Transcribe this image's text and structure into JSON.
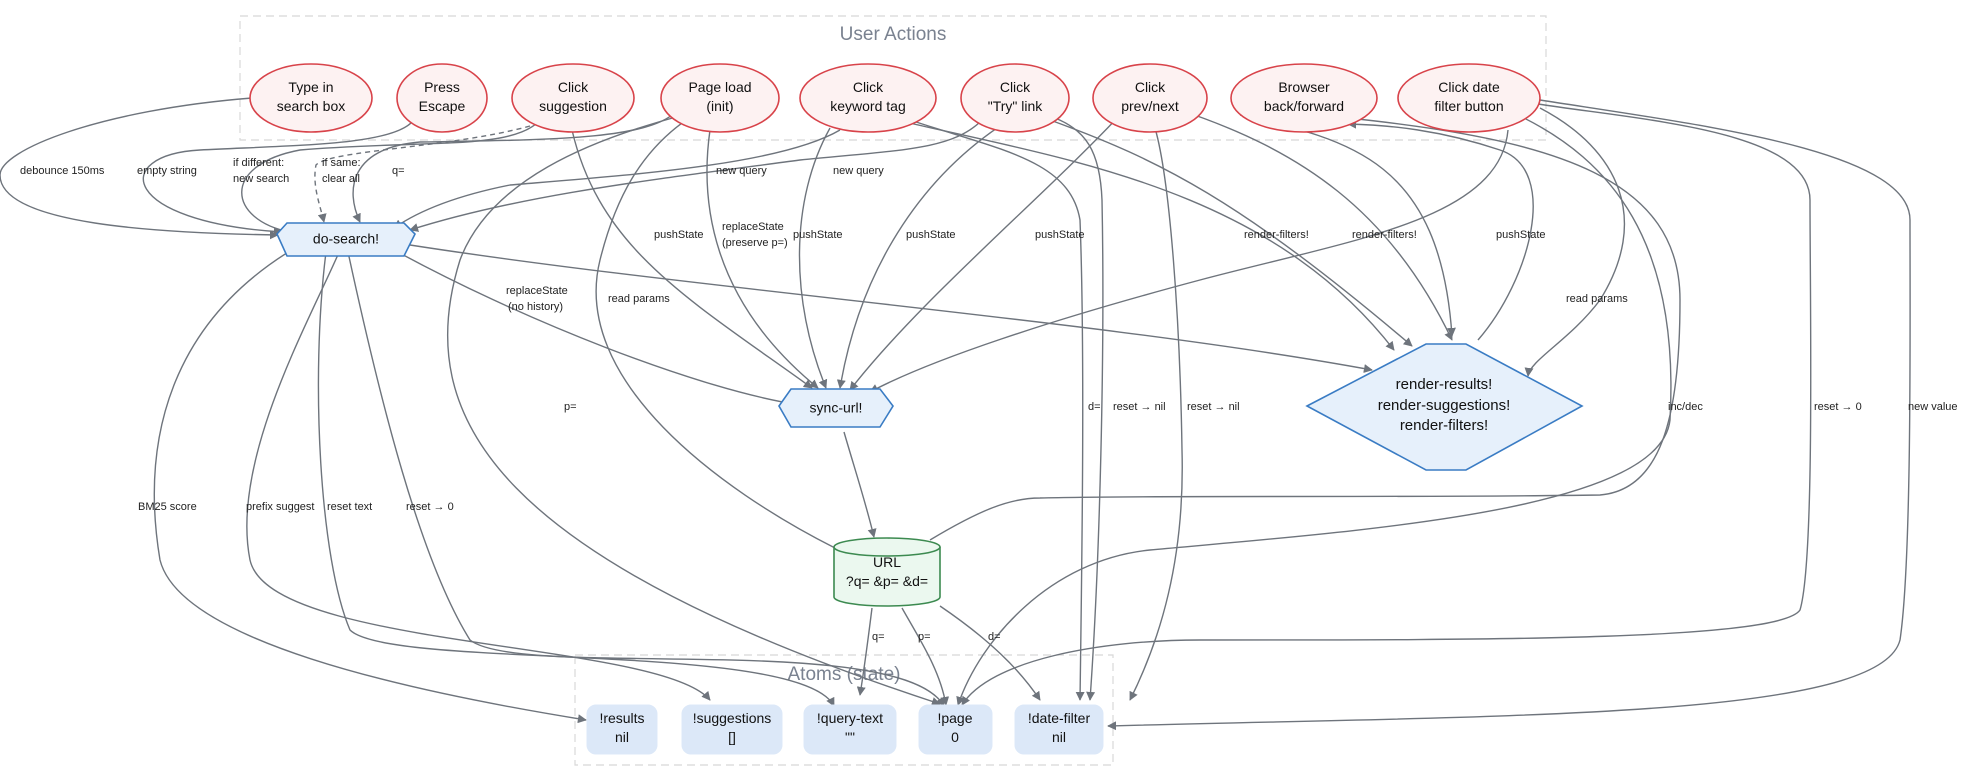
{
  "clusters": {
    "actions": "User Actions",
    "atoms": "Atoms (state)"
  },
  "events": [
    {
      "id": "type",
      "lines": [
        "Type in",
        "search box"
      ]
    },
    {
      "id": "escape",
      "lines": [
        "Press",
        "Escape"
      ]
    },
    {
      "id": "suggestion",
      "lines": [
        "Click",
        "suggestion"
      ]
    },
    {
      "id": "pageload",
      "lines": [
        "Page load",
        "(init)"
      ]
    },
    {
      "id": "keyword",
      "lines": [
        "Click",
        "keyword tag"
      ]
    },
    {
      "id": "try",
      "lines": [
        "Click",
        "\"Try\" link"
      ]
    },
    {
      "id": "prevnext",
      "lines": [
        "Click",
        "prev/next"
      ]
    },
    {
      "id": "backfwd",
      "lines": [
        "Browser",
        "back/forward"
      ]
    },
    {
      "id": "datefilter",
      "lines": [
        "Click date",
        "filter button"
      ]
    }
  ],
  "functions": {
    "dosearch": {
      "lines": [
        "do-search!"
      ]
    },
    "syncurl": {
      "lines": [
        "sync-url!"
      ]
    },
    "render": {
      "lines": [
        "render-results!",
        "render-suggestions!",
        "render-filters!"
      ]
    }
  },
  "url": {
    "lines": [
      "URL",
      "?q=  &p=  &d="
    ]
  },
  "atoms": [
    {
      "id": "results",
      "lines": [
        "!results",
        "nil"
      ]
    },
    {
      "id": "suggestions",
      "lines": [
        "!suggestions",
        "[]"
      ]
    },
    {
      "id": "querytext",
      "lines": [
        "!query-text",
        "\"\""
      ]
    },
    {
      "id": "page",
      "lines": [
        "!page",
        "0"
      ]
    },
    {
      "id": "datefilter",
      "lines": [
        "!date-filter",
        "nil"
      ]
    }
  ],
  "edge_labels": {
    "debounce": "debounce 150ms",
    "empty": "empty string",
    "if_different_1": "if different:",
    "if_different_2": "new search",
    "if_same_1": "if same:",
    "if_same_2": "clear all",
    "q_eq": "q=",
    "new_query_1": "new query",
    "new_query_2": "new query",
    "pushstate_1": "pushState",
    "replacestate_pres_1": "replaceState",
    "replacestate_pres_2": "(preserve p=)",
    "pushstate_2": "pushState",
    "pushstate_3": "pushState",
    "pushstate_4": "pushState",
    "render_filters_1": "render-filters!",
    "render_filters_2": "render-filters!",
    "pushstate_5": "pushState",
    "read_params_1": "read params",
    "read_params_2": "read params",
    "replacestate_nohist_1": "replaceState",
    "replacestate_nohist_2": "(no history)",
    "p_eq": "p=",
    "d_eq": "d=",
    "reset_nil_1": "reset → nil",
    "reset_nil_2": "reset → nil",
    "inc_dec": "inc/dec",
    "reset_0_a": "reset → 0",
    "new_value": "new value",
    "bm25": "BM25 score",
    "prefix": "prefix suggest",
    "reset_text": "reset text",
    "reset_0_b": "reset → 0",
    "url_q": "q=",
    "url_p": "p=",
    "url_d": "d="
  }
}
